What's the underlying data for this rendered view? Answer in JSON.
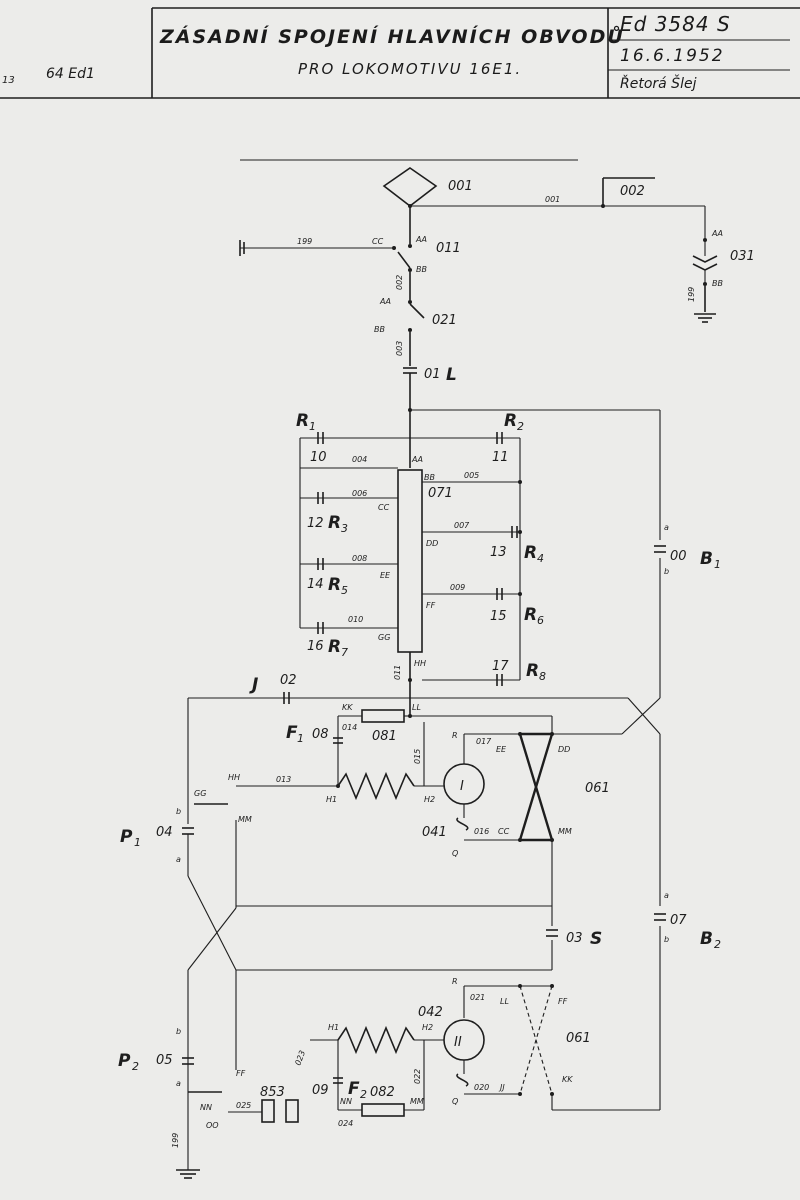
{
  "title": {
    "main": "ZÁSADNÍ SPOJENÍ HLAVNÍCH OBVODŮ",
    "sub": "PRO LOKOMOTIVU 16E1.",
    "doc_no": "Ed 3584 S",
    "date": "16.6.1952",
    "signature": "Řetorá Šlej",
    "ref": "64 Ed1",
    "left_mark": "13"
  },
  "components": {
    "c001": "001",
    "c002": "002",
    "w001": "001",
    "c011": "011",
    "c031": "031",
    "c021": "021",
    "c01": "01",
    "L": "L",
    "w199a": "199",
    "w199b": "199",
    "w199c": "199",
    "c002b": "002",
    "c003": "003",
    "AA": "AA",
    "BB": "BB",
    "CC": "CC",
    "R1": "R",
    "R1s": "1",
    "R2": "R",
    "R2s": "2",
    "n10": "10",
    "n11": "11",
    "n12": "12",
    "n13": "13",
    "n14": "14",
    "n15": "15",
    "n16": "16",
    "n17": "17",
    "R3": "R",
    "R3s": "3",
    "R4": "R",
    "R4s": "4",
    "R5": "R",
    "R5s": "5",
    "R6": "R",
    "R6s": "6",
    "R7": "R",
    "R7s": "7",
    "R8": "R",
    "R8s": "8",
    "w004": "004",
    "w005": "005",
    "w006": "006",
    "w007": "007",
    "w008": "008",
    "w009": "009",
    "w010": "010",
    "w011": "011",
    "c071": "071",
    "sAA": "AA",
    "sBB": "BB",
    "sCC": "CC",
    "sDD": "DD",
    "sEE": "EE",
    "sFF": "FF",
    "sGG": "GG",
    "sHH": "HH",
    "J": "J",
    "c02": "02",
    "KK": "KK",
    "LL": "LL",
    "F1": "F",
    "F1s": "1",
    "c08": "08",
    "c081": "081",
    "w014": "014",
    "w015": "015",
    "w013": "013",
    "w017": "017",
    "HH": "HH",
    "GG": "GG",
    "MM": "MM",
    "H1": "H1",
    "H2": "H2",
    "motor1": "I",
    "c041": "041",
    "Q1": "Q",
    "R_1": "R",
    "EE": "EE",
    "DD": "DD",
    "CC2": "CC",
    "MM2": "MM",
    "w016": "016",
    "c061a": "061",
    "P1": "P",
    "P1s": "1",
    "c04": "04",
    "c00": "00",
    "B1": "B",
    "B1s": "1",
    "c07": "07",
    "B2": "B",
    "B2s": "2",
    "c03": "03",
    "S": "S",
    "c042": "042",
    "motor2": "II",
    "w021": "021",
    "LL2": "LL",
    "FF": "FF",
    "c061b": "061",
    "H1b": "H1",
    "H2b": "H2",
    "w023": "023",
    "w022": "022",
    "w020": "020",
    "JJ": "JJ",
    "KK2": "KK",
    "Q2": "Q",
    "R_2": "R",
    "P2": "P",
    "P2s": "2",
    "c05": "05",
    "FF2": "FF",
    "NN": "NN",
    "OO": "OO",
    "w025": "025",
    "c853": "853",
    "c09": "09",
    "F2": "F",
    "F2s": "2",
    "NN2": "NN",
    "MM3": "MM",
    "c082": "082",
    "w024": "024",
    "a": "a",
    "b": "b"
  }
}
